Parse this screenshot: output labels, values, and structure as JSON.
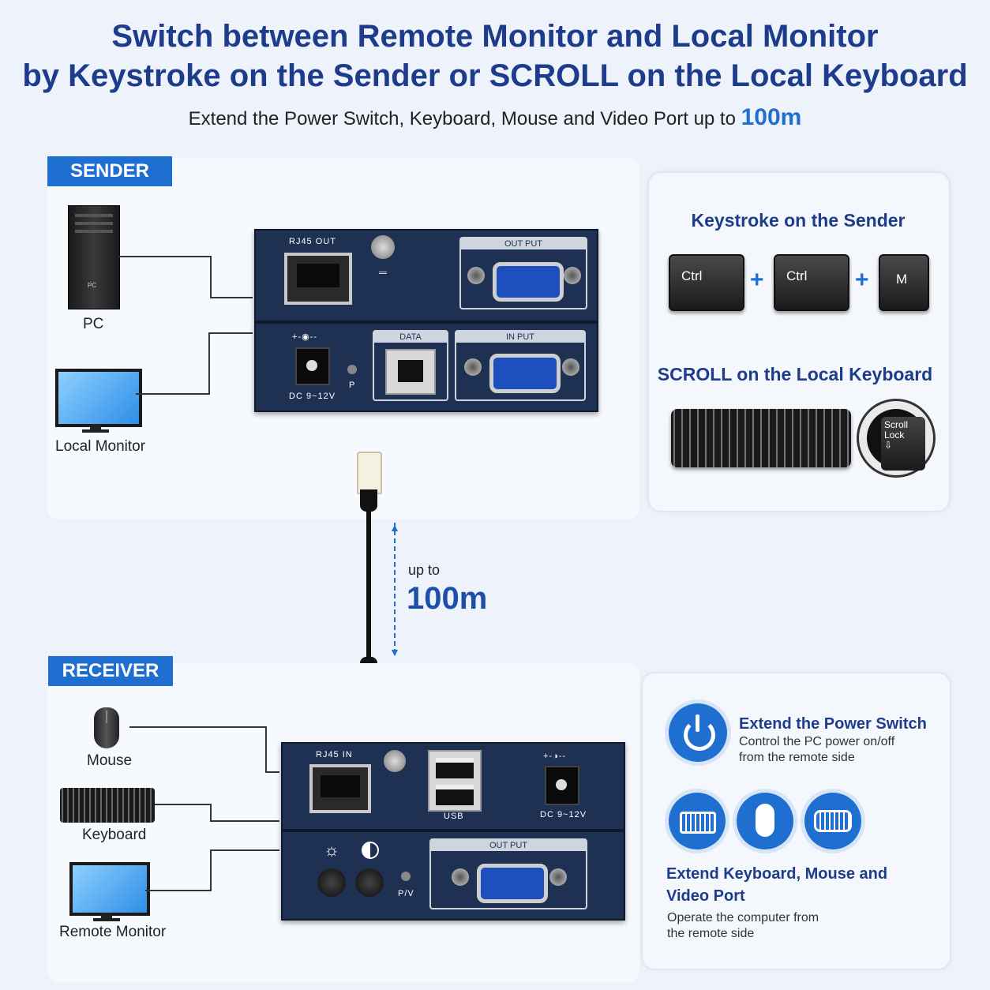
{
  "header": {
    "title_line1": "Switch between Remote Monitor and Local Monitor",
    "title_line2": "by Keystroke on the Sender or SCROLL on the Local Keyboard",
    "subtitle_prefix": "Extend the Power Switch, Keyboard, Mouse and Video Port up to",
    "subtitle_highlight": "100m"
  },
  "sender": {
    "badge": "SENDER",
    "pc_label": "PC",
    "pc_case_text": "PC",
    "local_monitor_label": "Local Monitor",
    "top_unit": {
      "rj45_label": "RJ45 OUT",
      "vga_label": "OUT PUT"
    },
    "bottom_unit": {
      "dc_symbol": "+-◉--",
      "dc_label": "DC 9~12V",
      "p_label": "P",
      "data_label": "DATA",
      "vga_label": "IN PUT"
    }
  },
  "cable": {
    "up_to": "up to",
    "distance": "100m"
  },
  "keystroke_card": {
    "title": "Keystroke on the Sender",
    "keys": [
      "Ctrl",
      "Ctrl",
      "M"
    ],
    "plus": "+",
    "scroll_title": "SCROLL on the Local Keyboard",
    "scroll_key": "Scroll Lock",
    "scroll_key_sub": "⇩"
  },
  "receiver": {
    "badge": "RECEIVER",
    "mouse_label": "Mouse",
    "keyboard_label": "Keyboard",
    "remote_monitor_label": "Remote Monitor",
    "top_unit": {
      "rj45_label": "RJ45 IN",
      "usb_label": "USB",
      "dc_symbol": "+-◑--",
      "dc_label": "DC 9~12V"
    },
    "bottom_unit": {
      "pv_label": "P/V",
      "vga_label": "OUT PUT"
    }
  },
  "features_card": {
    "power_title": "Extend the Power Switch",
    "power_desc_1": "Control the PC power on/off",
    "power_desc_2": "from the remote side",
    "kmv_title_1": "Extend Keyboard, Mouse and",
    "kmv_title_2": "Video Port",
    "kmv_desc_1": "Operate the computer from",
    "kmv_desc_2": "the remote side"
  },
  "colors": {
    "accent": "#1f6fd0",
    "title": "#1d3c8c",
    "device": "#1f3152"
  }
}
